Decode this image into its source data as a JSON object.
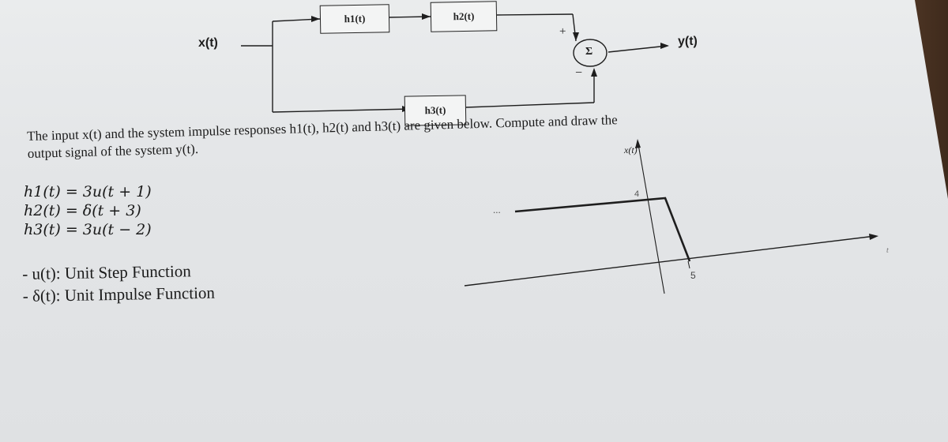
{
  "diagram": {
    "input_label": "x(t)",
    "output_label": "y(t)",
    "block_h1": "h1(t)",
    "block_h2": "h2(t)",
    "block_h3": "h3(t)",
    "sum_symbol": "Σ",
    "sign_top": "+",
    "sign_bottom": "−"
  },
  "problem": {
    "line1": "The input x(t) and the system impulse responses h1(t), h2(t) and h3(t) are given below. Compute and draw the",
    "line2": "output signal of the system y(t)."
  },
  "equations": [
    "h1(t) = 3u(t + 1)",
    "h2(t) = δ(t + 3)",
    "h3(t) = 3u(t − 2)"
  ],
  "notes": [
    "- u(t): Unit Step Function",
    "- δ(t): Unit Impulse Function"
  ],
  "plot": {
    "y_label": "x(t)",
    "x_label": "t",
    "level_label": "4",
    "tick_label": "5",
    "ellipsis": "...",
    "level": 4,
    "step_down_at": 5
  }
}
